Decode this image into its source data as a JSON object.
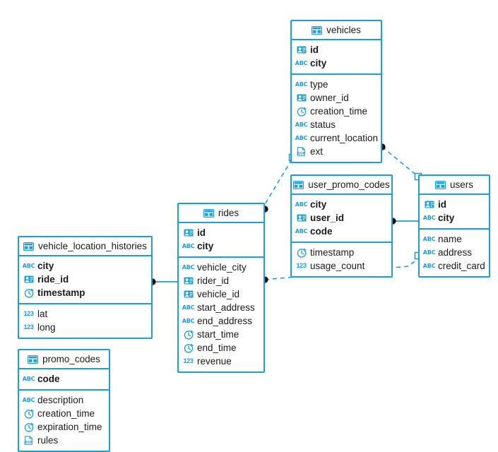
{
  "diagram": {
    "title": "database-schema",
    "accent_color": "#1B9FD8",
    "link_color": "#1B9FD8"
  },
  "icons": {
    "table": "table-grid-icon",
    "uuid": "uuid-card-icon",
    "string": "abc-string-icon",
    "timestamp": "clock-timestamp-icon",
    "number": "123-number-icon",
    "json": "json-document-icon"
  },
  "tables": [
    {
      "id": "vehicles",
      "name": "vehicles",
      "keys": [
        {
          "name": "id",
          "type": "uuid"
        },
        {
          "name": "city",
          "type": "string"
        }
      ],
      "fields": [
        {
          "name": "type",
          "type": "string"
        },
        {
          "name": "owner_id",
          "type": "uuid"
        },
        {
          "name": "creation_time",
          "type": "timestamp"
        },
        {
          "name": "status",
          "type": "string"
        },
        {
          "name": "current_location",
          "type": "string"
        },
        {
          "name": "ext",
          "type": "json"
        }
      ]
    },
    {
      "id": "user_promo_codes",
      "name": "user_promo_codes",
      "keys": [
        {
          "name": "city",
          "type": "string"
        },
        {
          "name": "user_id",
          "type": "uuid"
        },
        {
          "name": "code",
          "type": "string"
        }
      ],
      "fields": [
        {
          "name": "timestamp",
          "type": "timestamp"
        },
        {
          "name": "usage_count",
          "type": "number"
        }
      ]
    },
    {
      "id": "users",
      "name": "users",
      "keys": [
        {
          "name": "id",
          "type": "uuid"
        },
        {
          "name": "city",
          "type": "string"
        }
      ],
      "fields": [
        {
          "name": "name",
          "type": "string"
        },
        {
          "name": "address",
          "type": "string"
        },
        {
          "name": "credit_card",
          "type": "string"
        }
      ]
    },
    {
      "id": "rides",
      "name": "rides",
      "keys": [
        {
          "name": "id",
          "type": "uuid"
        },
        {
          "name": "city",
          "type": "string"
        }
      ],
      "fields": [
        {
          "name": "vehicle_city",
          "type": "string"
        },
        {
          "name": "rider_id",
          "type": "uuid"
        },
        {
          "name": "vehicle_id",
          "type": "uuid"
        },
        {
          "name": "start_address",
          "type": "string"
        },
        {
          "name": "end_address",
          "type": "string"
        },
        {
          "name": "start_time",
          "type": "timestamp"
        },
        {
          "name": "end_time",
          "type": "timestamp"
        },
        {
          "name": "revenue",
          "type": "number"
        }
      ]
    },
    {
      "id": "vehicle_location_histories",
      "name": "vehicle_location_histories",
      "keys": [
        {
          "name": "city",
          "type": "string"
        },
        {
          "name": "ride_id",
          "type": "uuid"
        },
        {
          "name": "timestamp",
          "type": "timestamp"
        }
      ],
      "fields": [
        {
          "name": "lat",
          "type": "number"
        },
        {
          "name": "long",
          "type": "number"
        }
      ]
    },
    {
      "id": "promo_codes",
      "name": "promo_codes",
      "keys": [
        {
          "name": "code",
          "type": "string"
        }
      ],
      "fields": [
        {
          "name": "description",
          "type": "string"
        },
        {
          "name": "creation_time",
          "type": "timestamp"
        },
        {
          "name": "expiration_time",
          "type": "timestamp"
        },
        {
          "name": "rules",
          "type": "json"
        }
      ]
    }
  ],
  "relationships": [
    {
      "id": "rel-vehicles-user_promo_codes",
      "from": "vehicles",
      "to": "user_promo_codes",
      "style": "dashed"
    },
    {
      "id": "rel-vehicles-users",
      "from": "vehicles",
      "to": "users",
      "style": "dashed"
    },
    {
      "id": "rel-rides-vehicles",
      "from": "rides",
      "to": "vehicles",
      "style": "dashed"
    },
    {
      "id": "rel-user_promo_codes-users",
      "from": "user_promo_codes",
      "to": "users",
      "style": "solid"
    },
    {
      "id": "rel-rides-users",
      "from": "rides",
      "to": "users",
      "style": "dashed"
    },
    {
      "id": "rel-vehicle_location_histories-rides",
      "from": "vehicle_location_histories",
      "to": "rides",
      "style": "solid"
    }
  ]
}
